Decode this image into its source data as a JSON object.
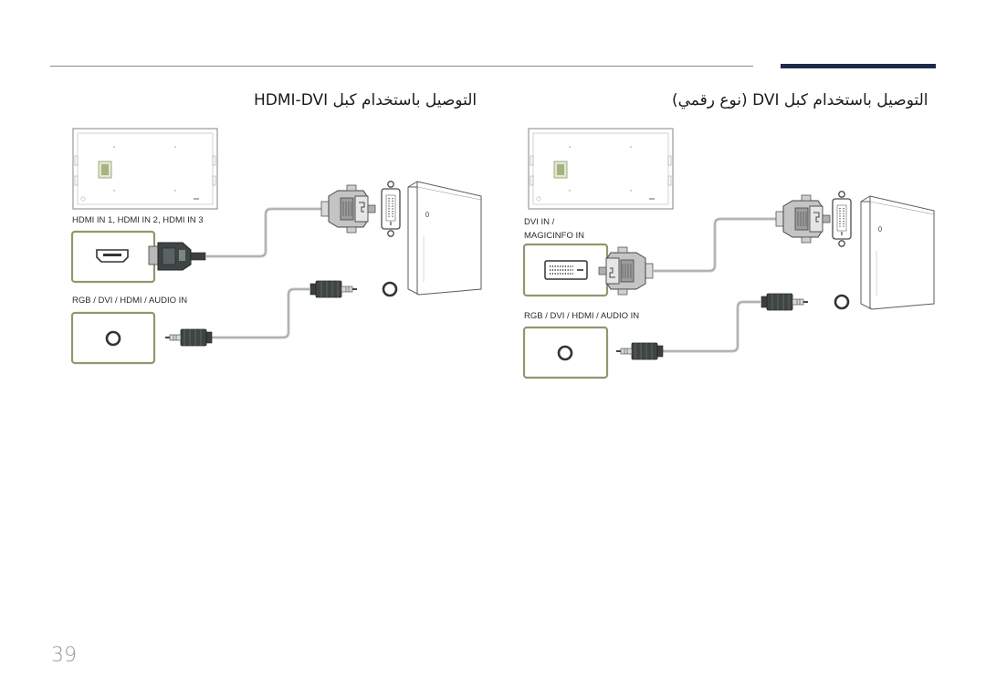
{
  "sections": {
    "hdmi_dvi": {
      "heading": "التوصيل باستخدام كبل HDMI-DVI",
      "label_video_in": "HDMI IN 1, HDMI IN 2, HDMI IN 3",
      "label_audio_in": "RGB / DVI / HDMI / AUDIO IN"
    },
    "dvi": {
      "heading": "التوصيل باستخدام كبل DVI (نوع رقمي)",
      "label_video_in_line1": "DVI IN /",
      "label_video_in_line2": "MAGICINFO IN",
      "label_audio_in": "RGB / DVI / HDMI / AUDIO IN"
    }
  },
  "page_number": "39",
  "colors": {
    "accent_bar": "#1f2a4a",
    "port_frame": "#8c9a6e",
    "connector_gray": "#b9b9b9",
    "connector_dark": "#3a3f3f"
  }
}
